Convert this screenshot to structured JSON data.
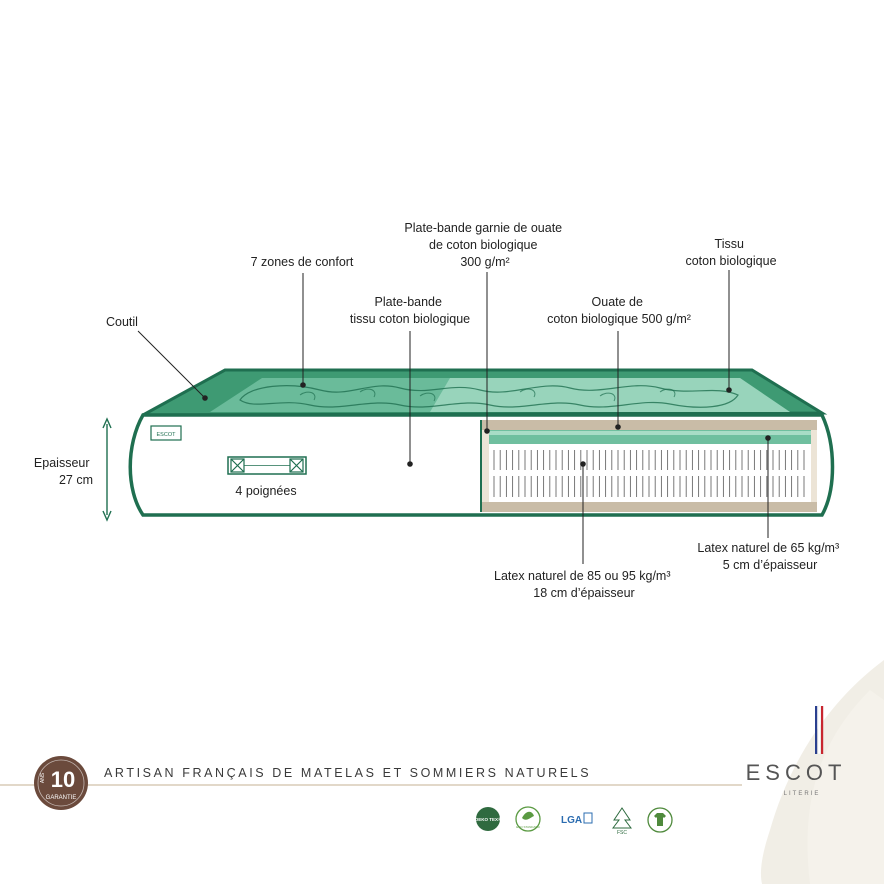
{
  "colors": {
    "green_dark": "#1f6f50",
    "green_top": "#3e9a73",
    "green_mid": "#6fbf9f",
    "green_light": "#a8dcc6",
    "beige": "#c9bca7",
    "beige_light": "#ece4d6",
    "brown": "#6b4a3c",
    "leaf": "#f1eee6",
    "text": "#222222"
  },
  "labels": {
    "coutil": "Coutil",
    "zones": "7 zones de confort",
    "plate_bande_garnie": [
      "Plate-bande garnie de ouate",
      "de coton biologique",
      "300 g/m²"
    ],
    "tissu": [
      "Tissu",
      "coton biologique"
    ],
    "plate_bande_tissu": [
      "Plate-bande",
      "tissu coton biologique"
    ],
    "ouate": [
      "Ouate de",
      "coton biologique 500 g/m²"
    ],
    "epaisseur": [
      "Epaisseur",
      "27 cm"
    ],
    "poignees": "4 poignées",
    "latex_65": [
      "Latex naturel de 65 kg/m³",
      "5 cm d’épaisseur"
    ],
    "latex_85": [
      "Latex naturel de 85 ou 95 kg/m³",
      "18 cm d’épaisseur"
    ]
  },
  "footer": {
    "tagline": "ARTISAN FRANÇAIS DE MATELAS ET SOMMIERS NATURELS",
    "badge": {
      "number": "10",
      "unit": "ANS",
      "text": "GARANTIE"
    },
    "brand": {
      "name": "ESCOT",
      "sub": "LITERIE"
    },
    "label_tag": "ESCOT",
    "certifications": [
      {
        "name": "oeko-tex-logo",
        "text": "OEKO TEX®"
      },
      {
        "name": "gots-logo",
        "text": "ECO STANDARD"
      },
      {
        "name": "lga-logo",
        "text": "LGA"
      },
      {
        "name": "fsc-logo",
        "text": "FSC"
      },
      {
        "name": "organic-cotton-logo",
        "text": ""
      }
    ]
  }
}
